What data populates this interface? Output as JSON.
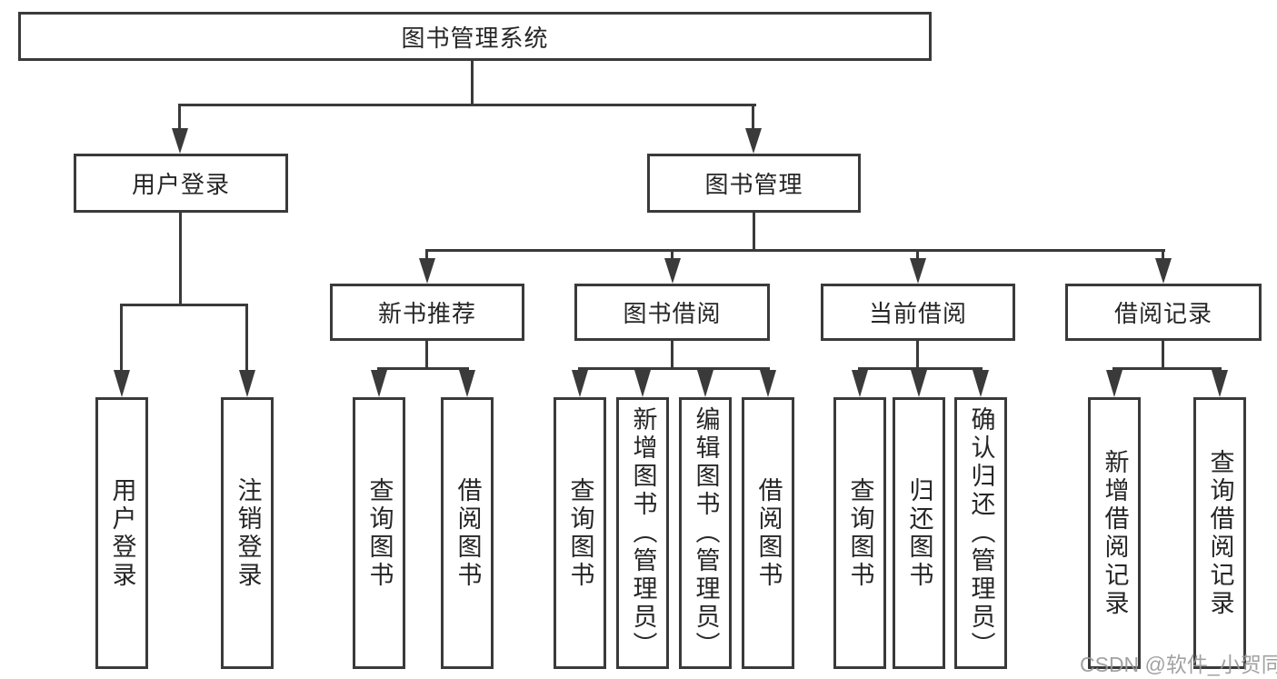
{
  "diagram": {
    "title": "图书管理系统",
    "nodes": {
      "root": "图书管理系统",
      "user_login": "用户登录",
      "book_mgmt": "图书管理",
      "new_books": "新书推荐",
      "book_borrow": "图书借阅",
      "current_borrow": "当前借阅",
      "borrow_records": "借阅记录",
      "ul_login": "用户登录",
      "ul_logout": "注销登录",
      "nb_query": "查询图书",
      "nb_borrow": "借阅图书",
      "bb_query": "查询图书",
      "bb_add": "新增图书（管理员）",
      "bb_edit": "编辑图书（管理员）",
      "bb_borrow": "借阅图书",
      "cb_query": "查询图书",
      "cb_return": "归还图书",
      "cb_confirm": "确认归还（管理员）",
      "br_add": "新增借阅记录",
      "br_query": "查询借阅记录"
    },
    "edges": [
      [
        "图书管理系统",
        "用户登录"
      ],
      [
        "图书管理系统",
        "图书管理"
      ],
      [
        "用户登录",
        "用户登录"
      ],
      [
        "用户登录",
        "注销登录"
      ],
      [
        "图书管理",
        "新书推荐"
      ],
      [
        "图书管理",
        "图书借阅"
      ],
      [
        "图书管理",
        "当前借阅"
      ],
      [
        "图书管理",
        "借阅记录"
      ],
      [
        "新书推荐",
        "查询图书"
      ],
      [
        "新书推荐",
        "借阅图书"
      ],
      [
        "图书借阅",
        "查询图书"
      ],
      [
        "图书借阅",
        "新增图书（管理员）"
      ],
      [
        "图书借阅",
        "编辑图书（管理员）"
      ],
      [
        "图书借阅",
        "借阅图书"
      ],
      [
        "当前借阅",
        "查询图书"
      ],
      [
        "当前借阅",
        "归还图书"
      ],
      [
        "当前借阅",
        "确认归还（管理员）"
      ],
      [
        "借阅记录",
        "新增借阅记录"
      ],
      [
        "借阅记录",
        "查询借阅记录"
      ]
    ],
    "colors": {
      "line": "#3a3a3a",
      "text": "#262626",
      "background": "#ffffff",
      "watermark_text": "#989898"
    }
  },
  "watermark": "CSDN @软件_小贺同学"
}
